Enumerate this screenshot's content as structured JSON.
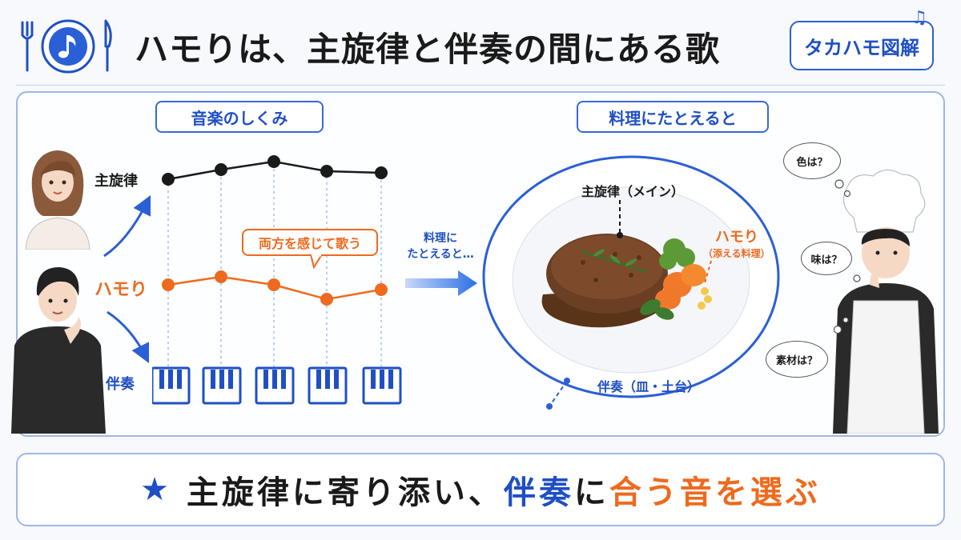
{
  "header": {
    "title": "ハモりは、主旋律と伴奏の間にある歌",
    "brand": "タカハモ図解"
  },
  "left_section": {
    "heading": "音楽のしくみ",
    "melody_label": "主旋律",
    "harmony_label": "ハモり",
    "accompaniment_label": "伴奏",
    "callout": "両方を感じて歌う"
  },
  "arrow_caption": [
    "料理に",
    "たとえると…"
  ],
  "right_section": {
    "heading": "料理にたとえると",
    "main_label": "主旋律（メイン）",
    "harmony_label": "ハモり",
    "harmony_sub": "（添える料理）",
    "accomp_label": "伴奏（皿・土台）"
  },
  "chef_thoughts": [
    "色は？",
    "味は？",
    "素材は？"
  ],
  "footer": {
    "star": "★",
    "part1": "主旋律に寄り添い、",
    "part2": "伴奏",
    "part3": "に",
    "part4": "合う音を選ぶ"
  },
  "colors": {
    "accent_blue": "#1f4fc4",
    "accent_orange": "#ee6a1e",
    "melody_line": "#1a1a1a"
  },
  "icons": [
    "fork-icon",
    "music-note-icon",
    "knife-icon",
    "piano-key-icon"
  ]
}
